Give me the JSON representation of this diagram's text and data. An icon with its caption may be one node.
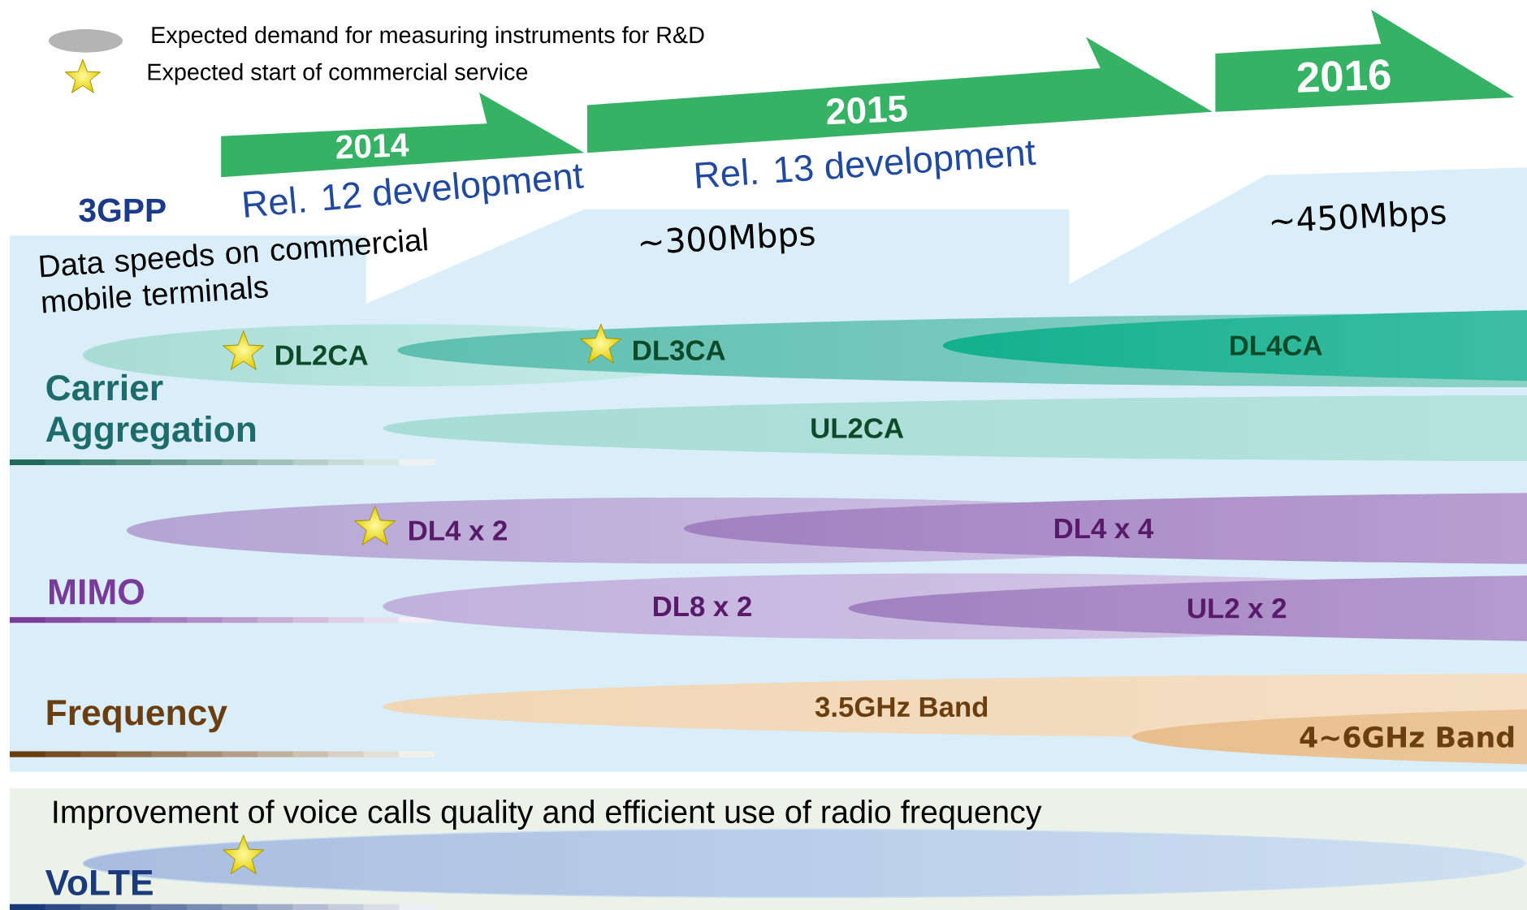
{
  "diagram": {
    "nodes": [
      {
        "text": [
          "2014"
        ]
      },
      {
        "text": [
          "2015"
        ]
      },
      {
        "text": [
          "2016"
        ]
      },
      {
        "text": [
          "DL2CA"
        ]
      },
      {
        "text": [
          "DL3CA"
        ]
      },
      {
        "text": [
          "DL4CA"
        ]
      },
      {
        "text": [
          "UL2CA"
        ]
      },
      {
        "text": [
          "DL4 x 2"
        ]
      },
      {
        "text": [
          "DL4 x 4"
        ]
      },
      {
        "text": [
          "DL8 x 2"
        ]
      },
      {
        "text": [
          "UL2 x 2"
        ]
      },
      {
        "text": [
          "3.5GHz Band"
        ]
      },
      {
        "text": [
          "4∼6GHz Band"
        ]
      },
      {
        "text": [],
        "shape": "ellipse"
      }
    ],
    "labels": [
      "3GPP",
      "Rel. 12 development",
      "Rel. 13 development",
      "Data speeds on commercial mobile terminals",
      "∼300Mbps",
      "∼450Mbps",
      "Carrier Aggregation",
      "MIMO",
      "Frequency",
      "Improvement of voice calls quality and efficient use of radio frequency",
      "VoLTE"
    ],
    "legend": [
      {
        "text": "Expected demand for measuring instruments for R&D"
      },
      {
        "text": "Expected start of commercial service"
      }
    ]
  }
}
